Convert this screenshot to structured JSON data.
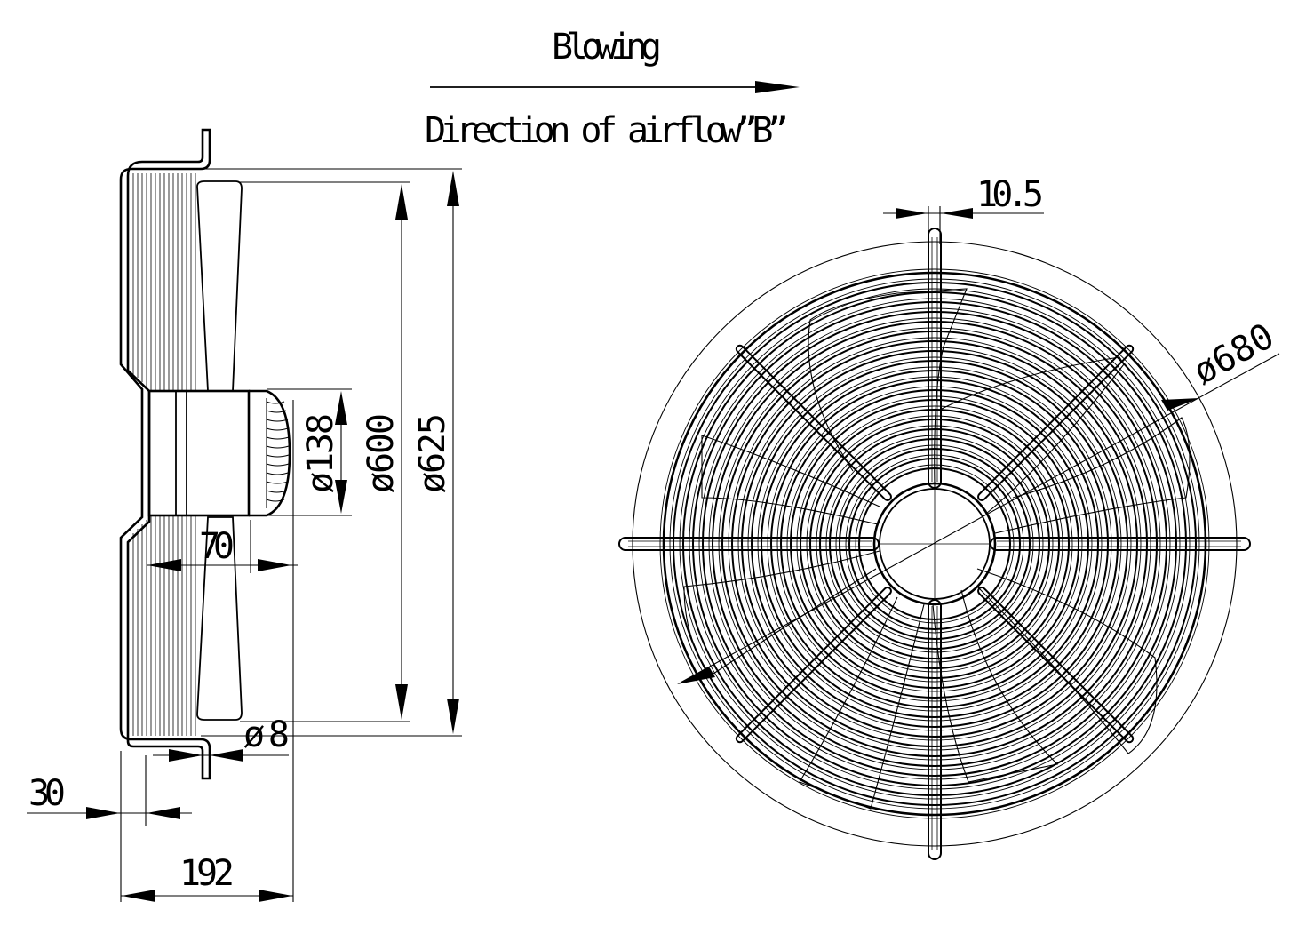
{
  "labels": {
    "blowing": "Blowing",
    "direction": "Direction of airflow”B”"
  },
  "dimensions": {
    "bolt_width": "10.5",
    "grille_diameter": "ø680",
    "hub_diameter": "ø138",
    "blade_diameter": "ø600",
    "ring_diameter": "ø625",
    "motor_depth": "70",
    "hole_diameter": "ø8",
    "flange_depth": "30",
    "total_depth": "192"
  },
  "colors": {
    "line": "#000000",
    "background": "#ffffff"
  }
}
